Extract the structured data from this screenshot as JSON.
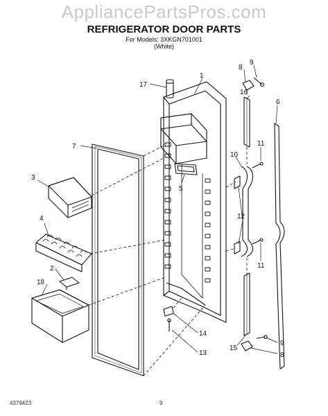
{
  "watermark": "AppliancePartsPros.com",
  "header": {
    "title": "REFRIGERATOR DOOR PARTS",
    "models_line": "For Models: 3XKGN701001",
    "models_color": "(White)"
  },
  "footer": {
    "doc_number": "4379423",
    "page_number": "9"
  },
  "callouts": {
    "c1": "1",
    "c2": "2",
    "c3": "3",
    "c4": "4",
    "c5": "5",
    "c6": "6",
    "c7": "7",
    "c8a": "8",
    "c8b": "8",
    "c9a": "9",
    "c9b": "9",
    "c10": "10",
    "c11a": "11",
    "c11b": "11",
    "c12": "12",
    "c13": "13",
    "c14": "14",
    "c15": "15",
    "c16": "16",
    "c17": "17",
    "c18": "18"
  }
}
